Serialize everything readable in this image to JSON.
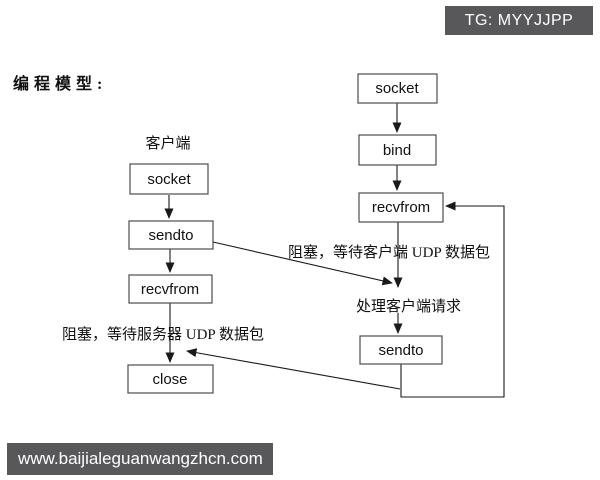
{
  "badge": {
    "label": "TG: MYYJJPP"
  },
  "title": "编程模型:",
  "diagram": {
    "client": {
      "label": "客户端",
      "boxes": {
        "socket": "socket",
        "sendto": "sendto",
        "recvfrom": "recvfrom",
        "close": "close"
      }
    },
    "server": {
      "boxes": {
        "socket": "socket",
        "bind": "bind",
        "recvfrom": "recvfrom",
        "sendto": "sendto"
      }
    },
    "annotations": {
      "wait_server": "阻塞，等待服务器 UDP 数据包",
      "wait_client": "阻塞，等待客户端 UDP 数据包",
      "process_request": "处理客户端请求"
    }
  },
  "footer": {
    "url": "www.baijialeguanwangzhcn.com"
  },
  "colors": {
    "banner_bg": "#58585b",
    "line": "#1a1a1a",
    "box_border": "#4d4d4d"
  }
}
